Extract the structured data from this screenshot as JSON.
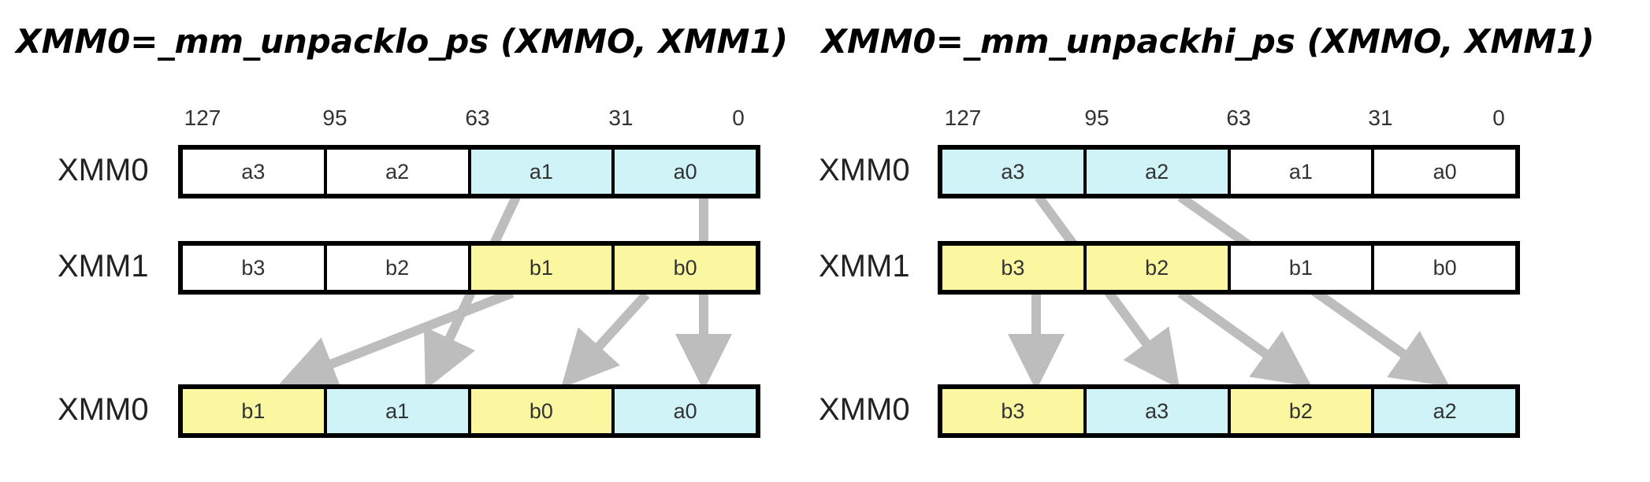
{
  "left": {
    "title": "XMM0=_mm_unpacklo_ps (XMMO, XMM1)",
    "bits": [
      "127",
      "95",
      "63",
      "31",
      "0"
    ],
    "rows": [
      {
        "label": "XMM0",
        "cells": [
          {
            "text": "a3",
            "color": "#ffffff"
          },
          {
            "text": "a2",
            "color": "#ffffff"
          },
          {
            "text": "a1",
            "color": "#cff3f6"
          },
          {
            "text": "a0",
            "color": "#cff3f6"
          }
        ]
      },
      {
        "label": "XMM1",
        "cells": [
          {
            "text": "b3",
            "color": "#ffffff"
          },
          {
            "text": "b2",
            "color": "#ffffff"
          },
          {
            "text": "b1",
            "color": "#fbf6a0"
          },
          {
            "text": "b0",
            "color": "#fbf6a0"
          }
        ]
      },
      {
        "label": "XMM0",
        "cells": [
          {
            "text": "b1",
            "color": "#fbf6a0"
          },
          {
            "text": "a1",
            "color": "#cff3f6"
          },
          {
            "text": "b0",
            "color": "#fbf6a0"
          },
          {
            "text": "a0",
            "color": "#cff3f6"
          }
        ]
      }
    ]
  },
  "right": {
    "title": "XMM0=_mm_unpackhi_ps (XMMO, XMM1)",
    "bits": [
      "127",
      "95",
      "63",
      "31",
      "0"
    ],
    "rows": [
      {
        "label": "XMM0",
        "cells": [
          {
            "text": "a3",
            "color": "#cff3f6"
          },
          {
            "text": "a2",
            "color": "#cff3f6"
          },
          {
            "text": "a1",
            "color": "#ffffff"
          },
          {
            "text": "a0",
            "color": "#ffffff"
          }
        ]
      },
      {
        "label": "XMM1",
        "cells": [
          {
            "text": "b3",
            "color": "#fbf6a0"
          },
          {
            "text": "b2",
            "color": "#fbf6a0"
          },
          {
            "text": "b1",
            "color": "#ffffff"
          },
          {
            "text": "b0",
            "color": "#ffffff"
          }
        ]
      },
      {
        "label": "XMM0",
        "cells": [
          {
            "text": "b3",
            "color": "#fbf6a0"
          },
          {
            "text": "a3",
            "color": "#cff3f6"
          },
          {
            "text": "b2",
            "color": "#fbf6a0"
          },
          {
            "text": "a2",
            "color": "#cff3f6"
          }
        ]
      }
    ]
  },
  "colors": {
    "arrow": "#bdbdbd",
    "border": "#000000"
  }
}
